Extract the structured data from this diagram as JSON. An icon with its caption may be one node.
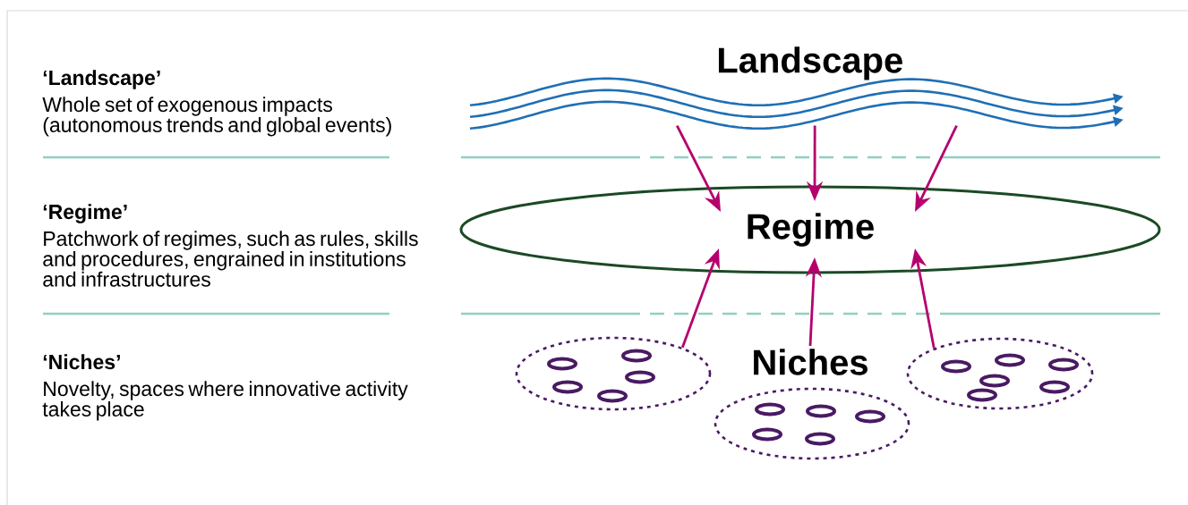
{
  "diagram": {
    "nodes": [
      {
        "text": [
          "Landscape"
        ]
      },
      {
        "text": [
          "Regime"
        ]
      },
      {
        "text": [],
        "shape": "ellipse"
      },
      {
        "text": [
          "Niches"
        ]
      },
      {
        "text": [],
        "shape": "ellipse"
      },
      {
        "text": [],
        "shape": "ellipse"
      }
    ],
    "edges": [
      {
        "from": 0,
        "to": 1,
        "arrow": "to"
      },
      {
        "from": 0,
        "to": 1,
        "arrow": "to"
      },
      {
        "from": 0,
        "to": 1,
        "arrow": "to"
      },
      {
        "from": 2,
        "to": 1,
        "arrow": "to"
      },
      {
        "from": 3,
        "to": 1,
        "arrow": "to"
      },
      {
        "from": 5,
        "to": 1,
        "arrow": "to"
      }
    ],
    "labels": [
      "‘Landscape’",
      "Whole set of exogenous impacts (autonomous trends and global events)",
      "‘Regime’",
      "Patchwork of regimes, such as rules, skills and procedures, engrained in institutions and infrastructures",
      "‘Niches’",
      "Novelty, spaces where innovative activity takes place"
    ]
  }
}
